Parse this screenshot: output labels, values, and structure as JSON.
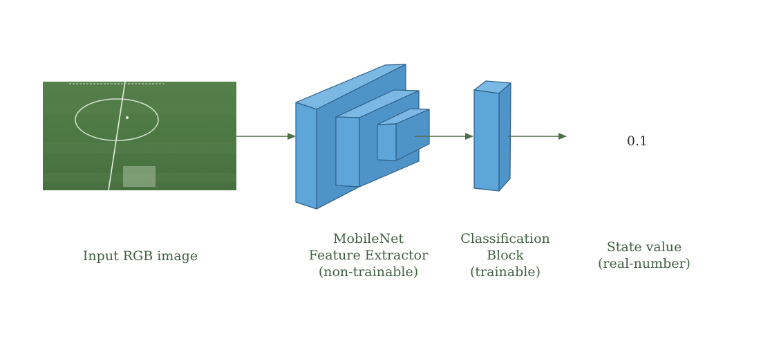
{
  "labels": {
    "input": "Input RGB image",
    "feature": {
      "line1": "MobileNet",
      "line2": "Feature Extractor",
      "line3": "(non-trainable)"
    },
    "classification": {
      "line1": "Classification",
      "line2": "Block",
      "line3": "(trainable)"
    },
    "state": {
      "line1": "State value",
      "line2": "(real-number)"
    }
  },
  "output_value": "0.1",
  "colors": {
    "block_fill": "#5ea5d9",
    "block_stroke": "#2d5f86",
    "arrow": "#4d6e46",
    "label_text": "#3f5f3f",
    "field_green": "#4d7a44"
  }
}
